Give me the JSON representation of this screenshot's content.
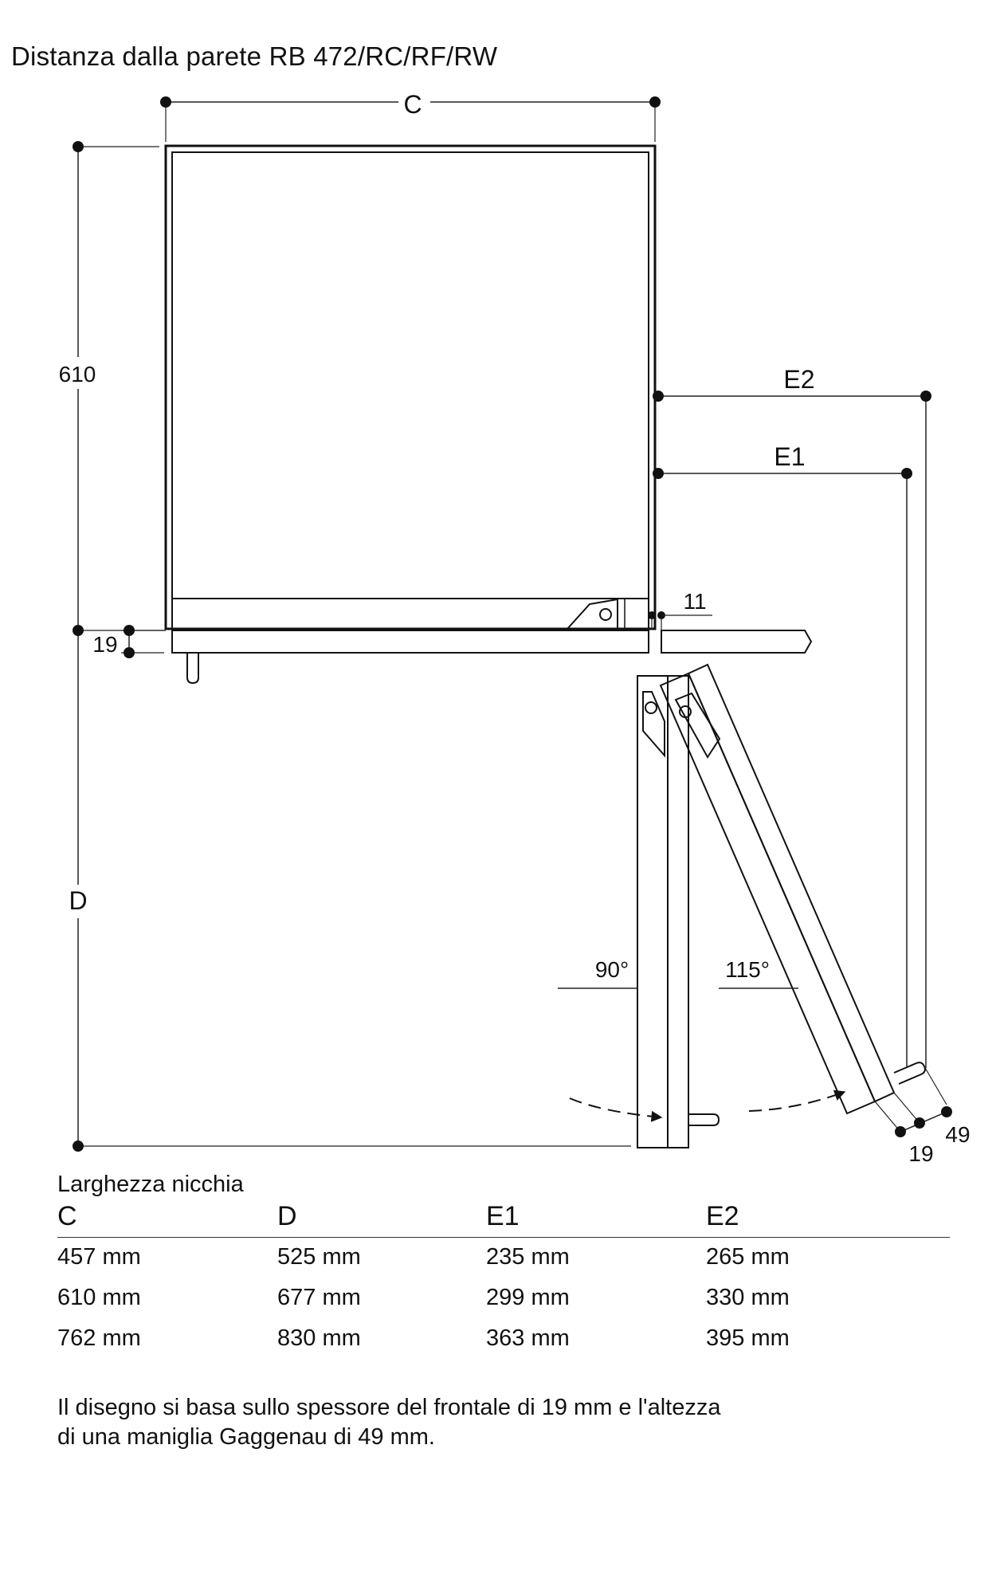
{
  "title": "Distanza dalla parete RB 472/RC/RF/RW",
  "diagram": {
    "labels": {
      "c": "C",
      "d": "D",
      "e1": "E1",
      "e2": "E2",
      "depth": "610",
      "gap": "11",
      "panel_left": "19",
      "panel_right": "19",
      "handle": "49",
      "angle_90": "90°",
      "angle_115": "115°"
    }
  },
  "table": {
    "caption": "Larghezza nicchia",
    "headers": [
      "C",
      "D",
      "E1",
      "E2"
    ],
    "rows": [
      [
        "457 mm",
        "525 mm",
        "235 mm",
        "265 mm"
      ],
      [
        "610 mm",
        "677 mm",
        "299 mm",
        "330 mm"
      ],
      [
        "762 mm",
        "830 mm",
        "363 mm",
        "395 mm"
      ]
    ]
  },
  "footnote": {
    "line1": "Il disegno si basa sullo spessore del frontale di 19 mm e l'altezza",
    "line2": "di una maniglia Gaggenau di 49 mm."
  }
}
